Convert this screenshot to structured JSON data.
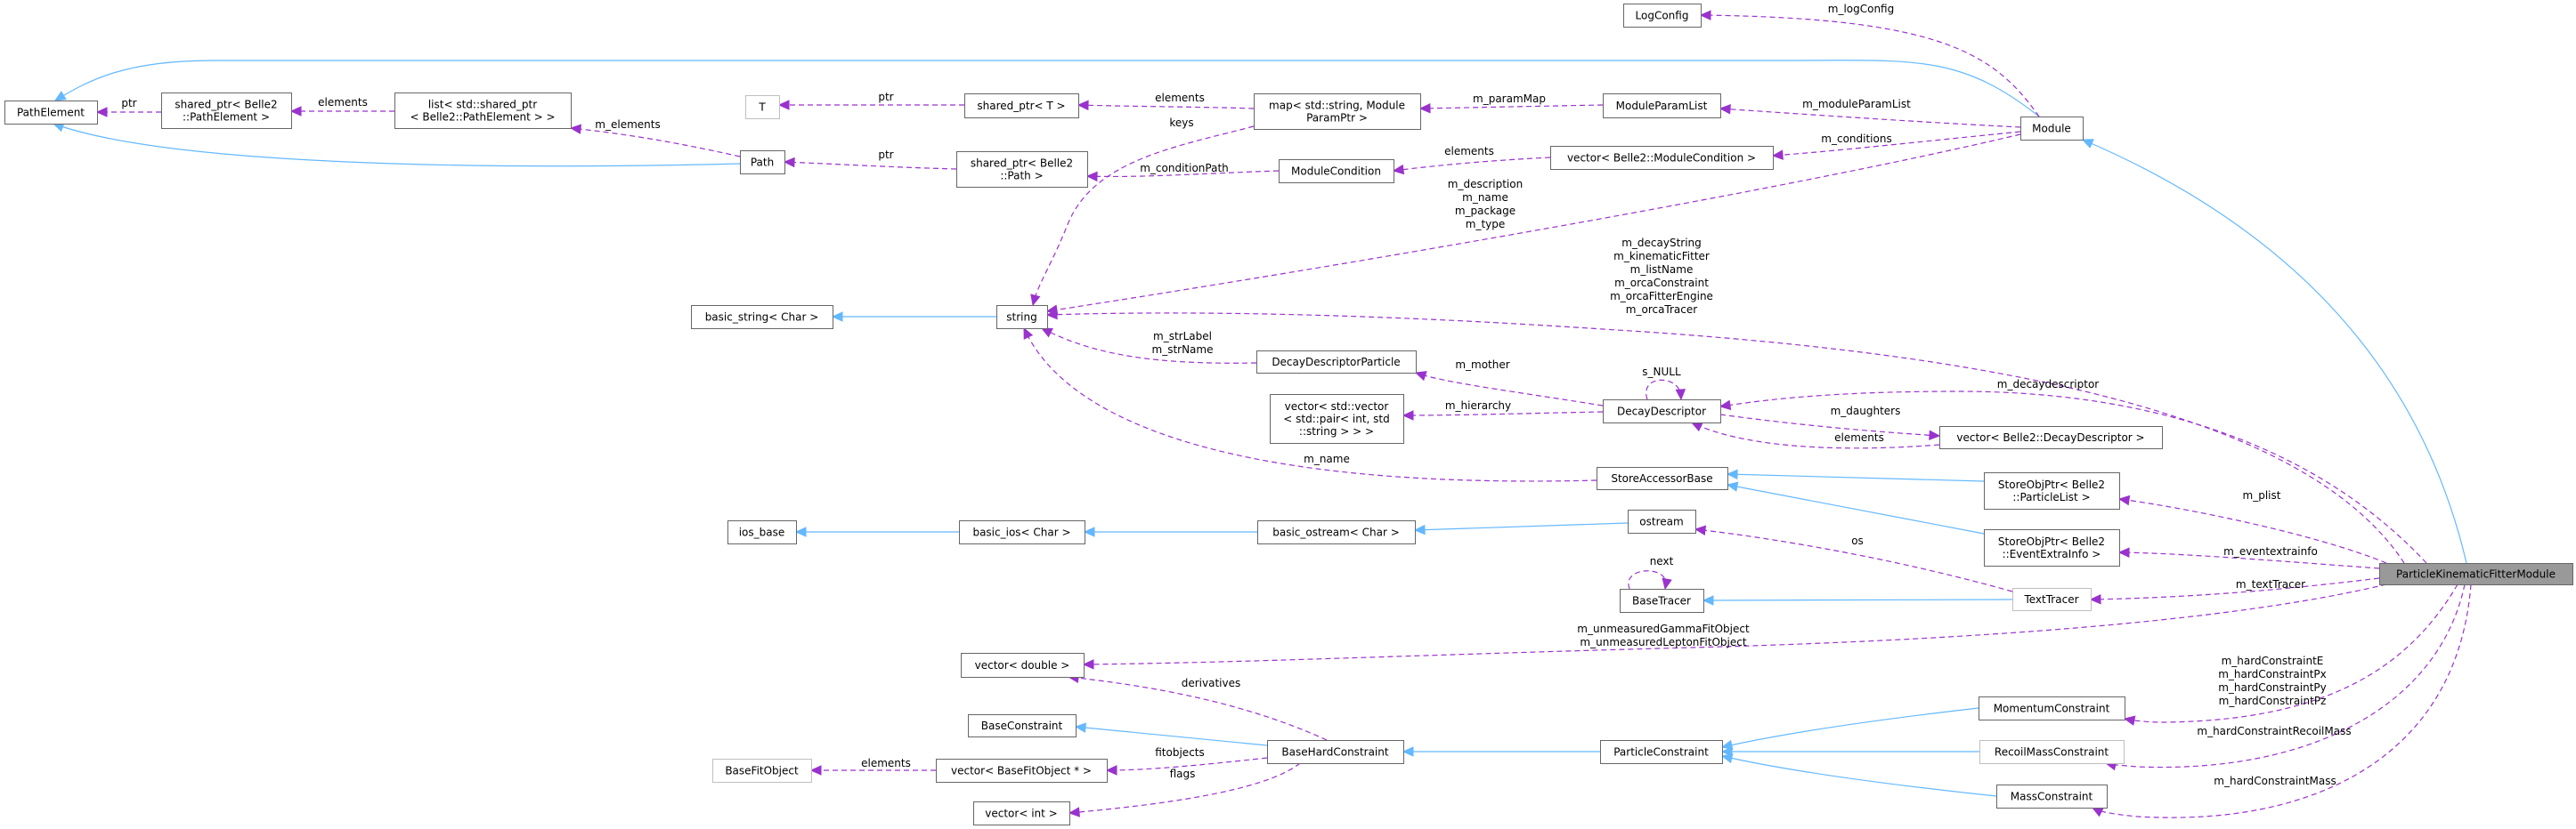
{
  "diagram": {
    "title": "ParticleKinematicFitterModule collaboration graph",
    "colors": {
      "inheritance_edge": "#63b8ff",
      "usage_edge": "#9a32cd",
      "focus_fill": "#999999",
      "node_border": "#666666",
      "light_border": "#bfbfbf"
    },
    "nodes": [
      {
        "id": "PathElement",
        "lines": [
          "PathElement"
        ],
        "style": "normal"
      },
      {
        "id": "SharedPtrPathElement",
        "lines": [
          "shared_ptr< Belle2",
          "::PathElement >"
        ],
        "style": "normal"
      },
      {
        "id": "ListSharedPtr",
        "lines": [
          "list< std::shared_ptr",
          "< Belle2::PathElement > >"
        ],
        "style": "normal"
      },
      {
        "id": "T",
        "lines": [
          "T"
        ],
        "style": "light"
      },
      {
        "id": "SharedPtrT",
        "lines": [
          "shared_ptr< T >"
        ],
        "style": "normal"
      },
      {
        "id": "MapModuleParam",
        "lines": [
          "map< std::string, Module",
          "ParamPtr >"
        ],
        "style": "normal"
      },
      {
        "id": "ModuleParamList",
        "lines": [
          "ModuleParamList"
        ],
        "style": "normal"
      },
      {
        "id": "LogConfig",
        "lines": [
          "LogConfig"
        ],
        "style": "normal"
      },
      {
        "id": "Module",
        "lines": [
          "Module"
        ],
        "style": "normal"
      },
      {
        "id": "Path",
        "lines": [
          "Path"
        ],
        "style": "normal"
      },
      {
        "id": "SharedPtrPath",
        "lines": [
          "shared_ptr< Belle2",
          "::Path >"
        ],
        "style": "normal"
      },
      {
        "id": "ModuleCondition",
        "lines": [
          "ModuleCondition"
        ],
        "style": "normal"
      },
      {
        "id": "VectorModuleCondition",
        "lines": [
          "vector< Belle2::ModuleCondition >"
        ],
        "style": "normal"
      },
      {
        "id": "BasicString",
        "lines": [
          "basic_string< Char >"
        ],
        "style": "normal"
      },
      {
        "id": "String",
        "lines": [
          "string"
        ],
        "style": "normal"
      },
      {
        "id": "DecayDescriptorParticle",
        "lines": [
          "DecayDescriptorParticle"
        ],
        "style": "normal"
      },
      {
        "id": "VectorVectorPair",
        "lines": [
          "vector< std::vector",
          "< std::pair< int, std",
          "::string > > >"
        ],
        "style": "normal"
      },
      {
        "id": "DecayDescriptor",
        "lines": [
          "DecayDescriptor"
        ],
        "style": "normal"
      },
      {
        "id": "VectorDecayDescriptor",
        "lines": [
          "vector< Belle2::DecayDescriptor >"
        ],
        "style": "normal"
      },
      {
        "id": "StoreAccessorBase",
        "lines": [
          "StoreAccessorBase"
        ],
        "style": "normal"
      },
      {
        "id": "StoreObjPtrParticleList",
        "lines": [
          "StoreObjPtr< Belle2",
          "::ParticleList >"
        ],
        "style": "normal"
      },
      {
        "id": "StoreObjPtrEventExtraInfo",
        "lines": [
          "StoreObjPtr< Belle2",
          "::EventExtraInfo >"
        ],
        "style": "normal"
      },
      {
        "id": "IosBase",
        "lines": [
          "ios_base"
        ],
        "style": "normal"
      },
      {
        "id": "BasicIos",
        "lines": [
          "basic_ios< Char >"
        ],
        "style": "normal"
      },
      {
        "id": "BasicOstream",
        "lines": [
          "basic_ostream< Char >"
        ],
        "style": "normal"
      },
      {
        "id": "Ostream",
        "lines": [
          "ostream"
        ],
        "style": "normal"
      },
      {
        "id": "BaseTracer",
        "lines": [
          "BaseTracer"
        ],
        "style": "normal"
      },
      {
        "id": "TextTracer",
        "lines": [
          "TextTracer"
        ],
        "style": "light"
      },
      {
        "id": "ParticleKinematicFitterModule",
        "lines": [
          "ParticleKinematicFitterModule"
        ],
        "style": "focus"
      },
      {
        "id": "VectorDouble",
        "lines": [
          "vector< double >"
        ],
        "style": "normal"
      },
      {
        "id": "BaseConstraint",
        "lines": [
          "BaseConstraint"
        ],
        "style": "normal"
      },
      {
        "id": "BaseHardConstraint",
        "lines": [
          "BaseHardConstraint"
        ],
        "style": "normal"
      },
      {
        "id": "ParticleConstraint",
        "lines": [
          "ParticleConstraint"
        ],
        "style": "normal"
      },
      {
        "id": "BaseFitObject",
        "lines": [
          "BaseFitObject"
        ],
        "style": "light"
      },
      {
        "id": "VectorBaseFitObject",
        "lines": [
          "vector< BaseFitObject * >"
        ],
        "style": "normal"
      },
      {
        "id": "VectorInt",
        "lines": [
          "vector< int >"
        ],
        "style": "normal"
      },
      {
        "id": "MomentumConstraint",
        "lines": [
          "MomentumConstraint"
        ],
        "style": "normal"
      },
      {
        "id": "RecoilMassConstraint",
        "lines": [
          "RecoilMassConstraint"
        ],
        "style": "light"
      },
      {
        "id": "MassConstraint",
        "lines": [
          "MassConstraint"
        ],
        "style": "normal"
      }
    ],
    "edges": [
      {
        "from": "Module",
        "to": "PathElement",
        "kind": "inherit",
        "label": []
      },
      {
        "from": "Path",
        "to": "PathElement",
        "kind": "inherit",
        "label": []
      },
      {
        "from": "SharedPtrPathElement",
        "to": "PathElement",
        "kind": "use",
        "label": [
          "ptr"
        ]
      },
      {
        "from": "ListSharedPtr",
        "to": "SharedPtrPathElement",
        "kind": "use",
        "label": [
          "elements"
        ]
      },
      {
        "from": "Path",
        "to": "ListSharedPtr",
        "kind": "use",
        "label": [
          "m_elements"
        ]
      },
      {
        "from": "SharedPtrT",
        "to": "T",
        "kind": "use",
        "label": [
          "ptr"
        ]
      },
      {
        "from": "MapModuleParam",
        "to": "SharedPtrT",
        "kind": "use",
        "label": [
          "elements"
        ]
      },
      {
        "from": "MapModuleParam",
        "to": "String",
        "kind": "use",
        "label": [
          "keys"
        ]
      },
      {
        "from": "ModuleParamList",
        "to": "MapModuleParam",
        "kind": "use",
        "label": [
          "m_paramMap"
        ]
      },
      {
        "from": "Module",
        "to": "ModuleParamList",
        "kind": "use",
        "label": [
          "m_moduleParamList"
        ]
      },
      {
        "from": "Module",
        "to": "LogConfig",
        "kind": "use",
        "label": [
          "m_logConfig"
        ]
      },
      {
        "from": "SharedPtrPath",
        "to": "Path",
        "kind": "use",
        "label": [
          "ptr"
        ]
      },
      {
        "from": "ModuleCondition",
        "to": "SharedPtrPath",
        "kind": "use",
        "label": [
          "m_conditionPath"
        ]
      },
      {
        "from": "VectorModuleCondition",
        "to": "ModuleCondition",
        "kind": "use",
        "label": [
          "elements"
        ]
      },
      {
        "from": "Module",
        "to": "VectorModuleCondition",
        "kind": "use",
        "label": [
          "m_conditions"
        ]
      },
      {
        "from": "Module",
        "to": "String",
        "kind": "use",
        "label": [
          "m_description",
          "m_name",
          "m_package",
          "m_type"
        ]
      },
      {
        "from": "String",
        "to": "BasicString",
        "kind": "inherit",
        "label": []
      },
      {
        "from": "ParticleKinematicFitterModule",
        "to": "String",
        "kind": "use",
        "label": [
          "m_decayString",
          "m_kinematicFitter",
          "m_listName",
          "m_orcaConstraint",
          "m_orcaFitterEngine",
          "m_orcaTracer"
        ]
      },
      {
        "from": "DecayDescriptorParticle",
        "to": "String",
        "kind": "use",
        "label": [
          "m_strLabel",
          "m_strName"
        ]
      },
      {
        "from": "DecayDescriptor",
        "to": "DecayDescriptorParticle",
        "kind": "use",
        "label": [
          "m_mother"
        ]
      },
      {
        "from": "DecayDescriptor",
        "to": "DecayDescriptor",
        "kind": "use",
        "label": [
          "s_NULL"
        ]
      },
      {
        "from": "DecayDescriptor",
        "to": "VectorVectorPair",
        "kind": "use",
        "label": [
          "m_hierarchy"
        ]
      },
      {
        "from": "DecayDescriptor",
        "to": "VectorDecayDescriptor",
        "kind": "use",
        "label": [
          "m_daughters"
        ]
      },
      {
        "from": "VectorDecayDescriptor",
        "to": "DecayDescriptor",
        "kind": "use",
        "label": [
          "elements"
        ]
      },
      {
        "from": "ParticleKinematicFitterModule",
        "to": "DecayDescriptor",
        "kind": "use",
        "label": [
          "m_decaydescriptor"
        ]
      },
      {
        "from": "StoreAccessorBase",
        "to": "String",
        "kind": "use",
        "label": [
          "m_name"
        ]
      },
      {
        "from": "StoreObjPtrParticleList",
        "to": "StoreAccessorBase",
        "kind": "inherit",
        "label": []
      },
      {
        "from": "StoreObjPtrEventExtraInfo",
        "to": "StoreAccessorBase",
        "kind": "inherit",
        "label": []
      },
      {
        "from": "ParticleKinematicFitterModule",
        "to": "StoreObjPtrParticleList",
        "kind": "use",
        "label": [
          "m_plist"
        ]
      },
      {
        "from": "ParticleKinematicFitterModule",
        "to": "StoreObjPtrEventExtraInfo",
        "kind": "use",
        "label": [
          "m_eventextrainfo"
        ]
      },
      {
        "from": "BasicIos",
        "to": "IosBase",
        "kind": "inherit",
        "label": []
      },
      {
        "from": "BasicOstream",
        "to": "BasicIos",
        "kind": "inherit",
        "label": []
      },
      {
        "from": "Ostream",
        "to": "BasicOstream",
        "kind": "inherit",
        "label": []
      },
      {
        "from": "TextTracer",
        "to": "Ostream",
        "kind": "use",
        "label": [
          "os"
        ]
      },
      {
        "from": "BaseTracer",
        "to": "BaseTracer",
        "kind": "use",
        "label": [
          "next"
        ]
      },
      {
        "from": "TextTracer",
        "to": "BaseTracer",
        "kind": "inherit",
        "label": []
      },
      {
        "from": "ParticleKinematicFitterModule",
        "to": "TextTracer",
        "kind": "use",
        "label": [
          "m_textTracer"
        ]
      },
      {
        "from": "ParticleKinematicFitterModule",
        "to": "Module",
        "kind": "inherit",
        "label": []
      },
      {
        "from": "ParticleKinematicFitterModule",
        "to": "VectorDouble",
        "kind": "use",
        "label": [
          "m_unmeasuredGammaFitObject",
          "m_unmeasuredLeptonFitObject"
        ]
      },
      {
        "from": "BaseHardConstraint",
        "to": "VectorDouble",
        "kind": "use",
        "label": [
          "derivatives"
        ]
      },
      {
        "from": "BaseHardConstraint",
        "to": "BaseConstraint",
        "kind": "inherit",
        "label": []
      },
      {
        "from": "BaseHardConstraint",
        "to": "VectorBaseFitObject",
        "kind": "use",
        "label": [
          "fitobjects"
        ]
      },
      {
        "from": "VectorBaseFitObject",
        "to": "BaseFitObject",
        "kind": "use",
        "label": [
          "elements"
        ]
      },
      {
        "from": "BaseHardConstraint",
        "to": "VectorInt",
        "kind": "use",
        "label": [
          "flags"
        ]
      },
      {
        "from": "ParticleConstraint",
        "to": "BaseHardConstraint",
        "kind": "inherit",
        "label": []
      },
      {
        "from": "MomentumConstraint",
        "to": "ParticleConstraint",
        "kind": "inherit",
        "label": []
      },
      {
        "from": "RecoilMassConstraint",
        "to": "ParticleConstraint",
        "kind": "inherit",
        "label": []
      },
      {
        "from": "MassConstraint",
        "to": "ParticleConstraint",
        "kind": "inherit",
        "label": []
      },
      {
        "from": "ParticleKinematicFitterModule",
        "to": "MomentumConstraint",
        "kind": "use",
        "label": [
          "m_hardConstraintE",
          "m_hardConstraintPx",
          "m_hardConstraintPy",
          "m_hardConstraintPz"
        ]
      },
      {
        "from": "ParticleKinematicFitterModule",
        "to": "RecoilMassConstraint",
        "kind": "use",
        "label": [
          "m_hardConstraintRecoilMass"
        ]
      },
      {
        "from": "ParticleKinematicFitterModule",
        "to": "MassConstraint",
        "kind": "use",
        "label": [
          "m_hardConstraintMass"
        ]
      }
    ]
  }
}
